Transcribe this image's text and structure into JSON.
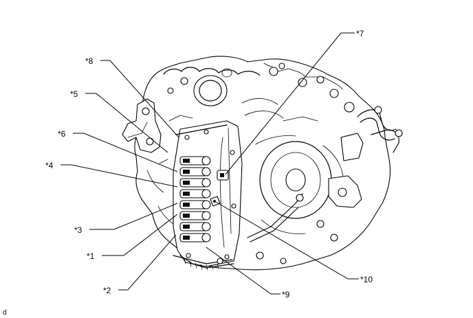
{
  "callouts": {
    "c1": "*1",
    "c2": "*2",
    "c3": "*3",
    "c4": "*4",
    "c5": "*5",
    "c6": "*6",
    "c7": "*7",
    "c8": "*8",
    "c9": "*9",
    "c10": "*10"
  },
  "corner_code": "d",
  "colors": {
    "ink": "#000000",
    "background": "#ffffff"
  }
}
